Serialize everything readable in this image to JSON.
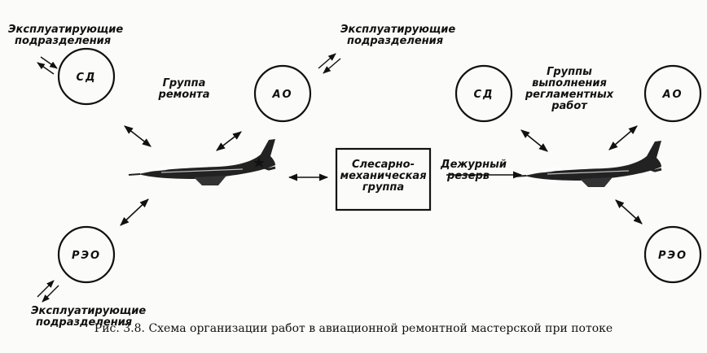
{
  "left": {
    "units_top": [
      "Эксплуатирующие",
      "подразделения"
    ],
    "units_top_right": [
      "Эксплуатирующие",
      "подразделения"
    ],
    "units_bottom": [
      "Эксплуатирующие",
      "подразделения"
    ],
    "group_label": [
      "Группа",
      "ремонта"
    ],
    "nodes": {
      "sd": "СД",
      "ao": "АО",
      "reo": "РЭО"
    }
  },
  "center": {
    "box": [
      "Слесарно-",
      "механическая",
      "группа"
    ],
    "reserve": [
      "Дежурный",
      "резерв"
    ]
  },
  "right": {
    "group_label": [
      "Группы",
      "выполнения",
      "регламентных",
      "работ"
    ],
    "nodes": {
      "sd": "СД",
      "ao": "АО",
      "reo": "РЭО"
    }
  },
  "caption": "Рис. 3.8. Схема организации работ в авиационной ремонтной мастерской при потоке"
}
